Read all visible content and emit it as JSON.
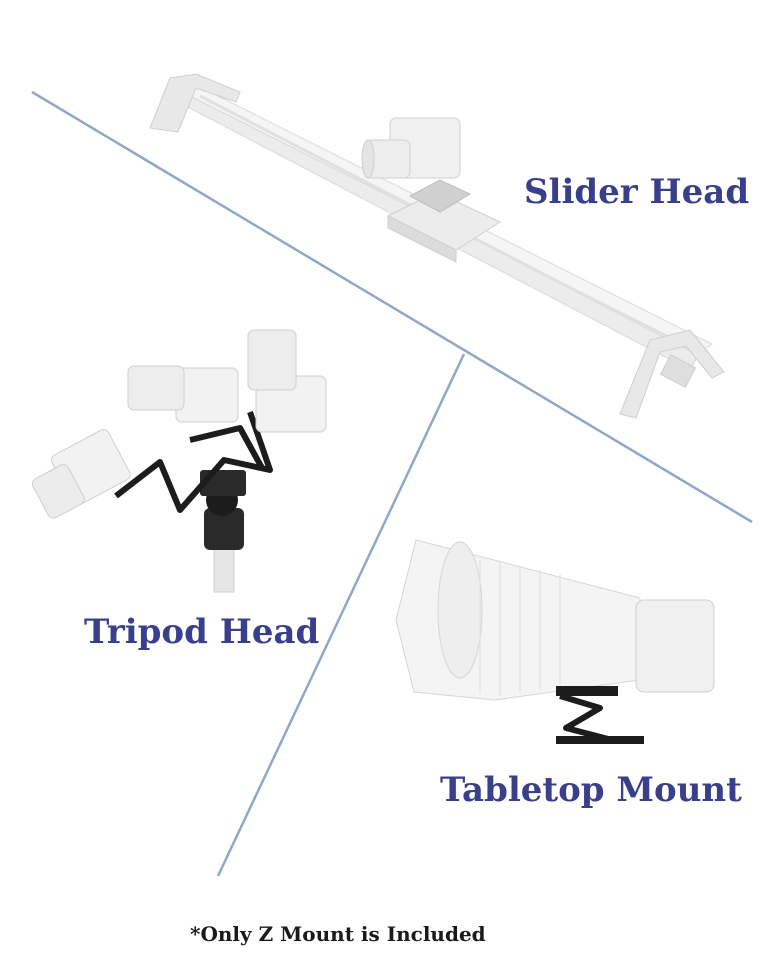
{
  "labels": {
    "slider_head": "Slider Head",
    "tripod_head": "Tripod Head",
    "tabletop_mount": "Tabletop Mount"
  },
  "footnote": "*Only Z Mount is Included",
  "colors": {
    "label_text": "#3a3f8c",
    "divider_line": "#8fa8c8",
    "footnote_text": "#1a1a1a",
    "product_white": "#f2f2f2",
    "mount_black": "#1c1c1c"
  },
  "illustrations": [
    "slider-with-camera",
    "tripod-ball-head-with-z-mount",
    "telephoto-lens-on-z-mount"
  ]
}
